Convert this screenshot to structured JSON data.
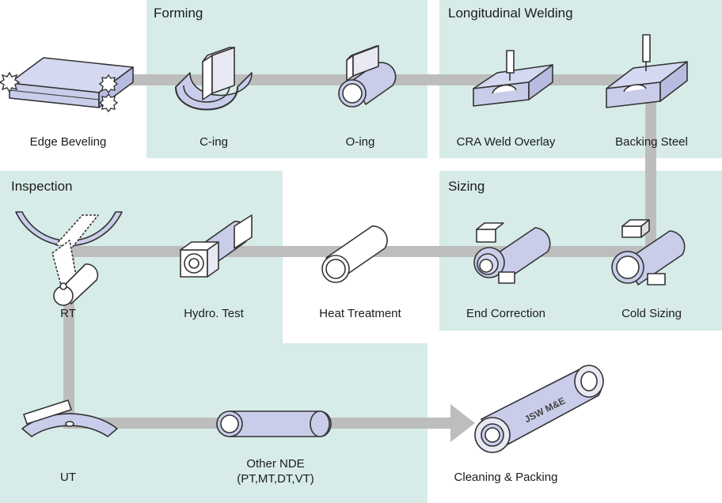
{
  "panels": {
    "forming": "Forming",
    "longitudinal_welding": "Longitudinal Welding",
    "inspection": "Inspection",
    "sizing": "Sizing"
  },
  "steps": {
    "edge_beveling": "Edge Beveling",
    "c_ing": "C-ing",
    "o_ing": "O-ing",
    "cra_weld_overlay": "CRA Weld Overlay",
    "backing_steel": "Backing Steel",
    "rt": "RT",
    "hydro_test": "Hydro. Test",
    "heat_treatment": "Heat Treatment",
    "end_correction": "End Correction",
    "cold_sizing": "Cold Sizing",
    "ut": "UT",
    "other_nde_line1": "Other NDE",
    "other_nde_line2": "(PT,MT,DT,VT)",
    "cleaning_packing": "Cleaning & Packing"
  },
  "pipe_stamp": "JSW M&E",
  "colors": {
    "panel_bg": "#d7ece8",
    "flow_line": "#bdbdbd",
    "part_fill": "#c9cdea",
    "part_stroke": "#333333"
  }
}
